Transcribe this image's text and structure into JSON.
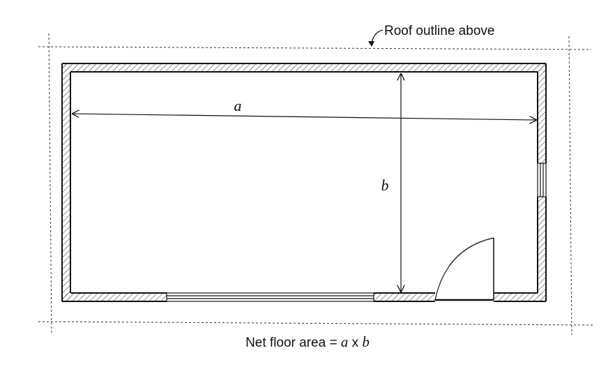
{
  "diagram": {
    "roof_label": "Roof outline above",
    "dim_a_label": "a",
    "dim_b_label": "b",
    "caption": {
      "prefix": "Net floor area = ",
      "var_a": "a",
      "times": " x ",
      "var_b": "b"
    }
  },
  "colors": {
    "line": "#111111",
    "hatch": "#555555",
    "background": "#ffffff"
  }
}
